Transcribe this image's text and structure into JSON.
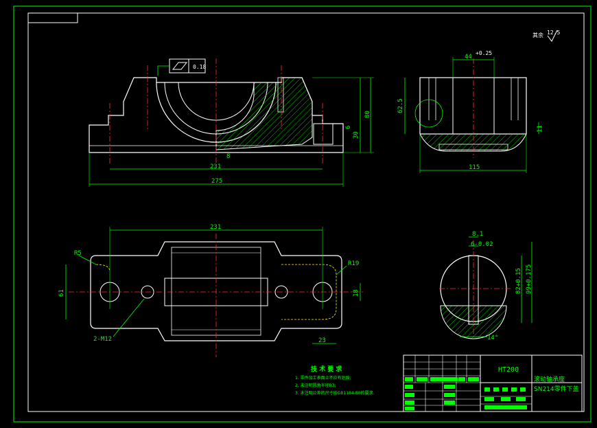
{
  "drawing": {
    "roughness_note": "其余",
    "roughness_value": "12.5",
    "front_view": {
      "dims": {
        "overall_length": "275",
        "bolt_span": "231",
        "height": "80",
        "base_thickness": "30",
        "foot": "6",
        "small": "8",
        "tolerance": "0.18"
      }
    },
    "side_view": {
      "dims": {
        "width": "115",
        "slot": "44",
        "slot_tol": "+0.25",
        "center_height": "62.5",
        "bottom": "11"
      }
    },
    "top_view": {
      "dims": {
        "bolt_span": "231",
        "width": "61",
        "fillet_left": "R5",
        "fillet_right": "R19",
        "hole": "18",
        "edge": "23",
        "thread": "2-M12"
      }
    },
    "detail_view": {
      "dims": {
        "key_width": "8.1",
        "key_tol": "6-0.02",
        "depth1": "82+0.15",
        "depth2": "99+0.175",
        "angle": "14°"
      }
    },
    "notes": {
      "title": "技 术 要 求",
      "lines": [
        "1. 零件加工表面上不应有划痕;",
        "2. 未注明圆角半径R3;",
        "3. 未注明公差的尺寸按GB1184-80的要求."
      ]
    },
    "title_block": {
      "material": "HT200",
      "part_name_1": "滚动轴承座",
      "part_name_2": "SN214零件下盖"
    }
  }
}
